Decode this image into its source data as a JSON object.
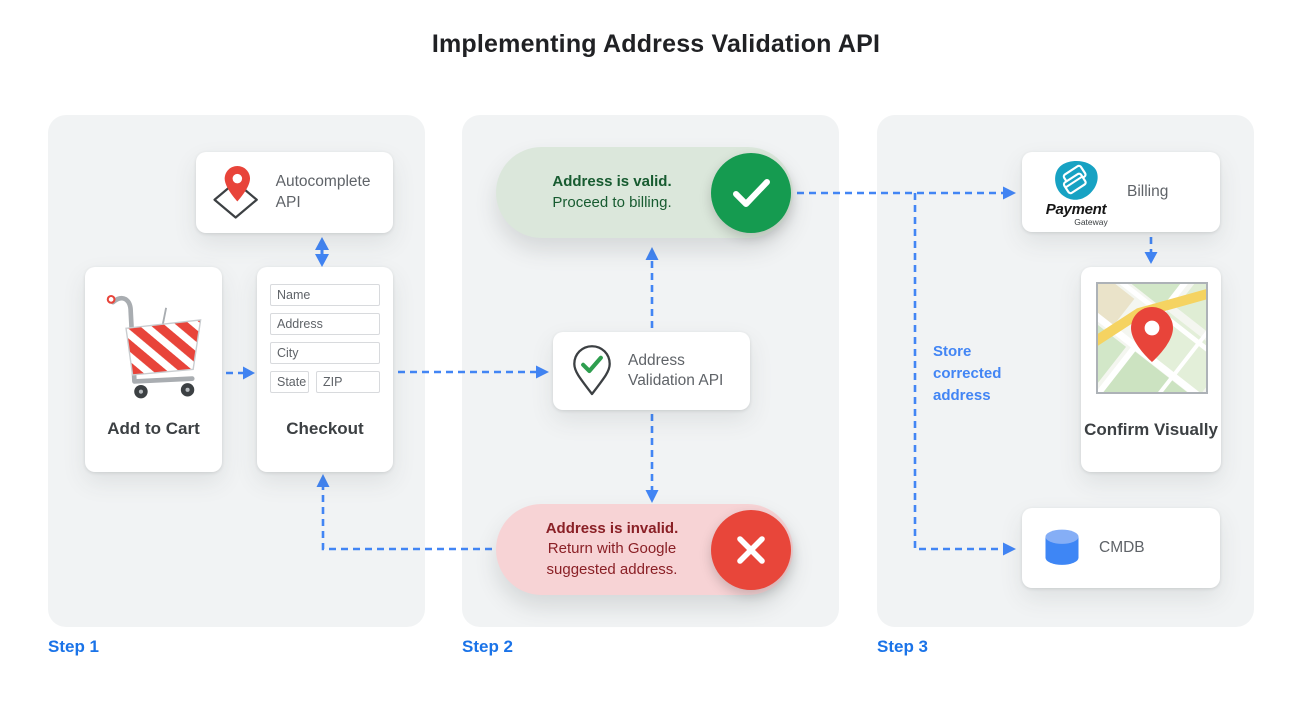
{
  "title": "Implementing Address Validation API",
  "colors": {
    "arrow_blue": "#4285F4",
    "step_label_blue": "#1A73E8",
    "panel_bg": "#F1F3F4",
    "label_gray": "#5F6368",
    "label_dark": "#3C4043",
    "valid_pill_bg": "#DBE7DB",
    "valid_text_green": "#175B30",
    "valid_circle_green": "#159B50",
    "invalid_pill_bg": "#F7D3D5",
    "invalid_text_red": "#8A2026",
    "invalid_circle_red": "#E8463A",
    "cart_red": "#E8443A",
    "pin_red": "#E8443A",
    "gateway_teal": "#17A2C3",
    "cmdb_blue": "#3E86F5"
  },
  "steps": {
    "step1_label": "Step 1",
    "step2_label": "Step 2",
    "step3_label": "Step 3"
  },
  "step1": {
    "autocomplete_card": {
      "label": "Autocomplete API"
    },
    "add_to_cart_card": {
      "label": "Add to Cart"
    },
    "checkout_card": {
      "label": "Checkout",
      "fields": {
        "name": "Name",
        "address": "Address",
        "city": "City",
        "state": "State",
        "zip": "ZIP"
      }
    }
  },
  "step2": {
    "validation_card": {
      "label": "Address Validation API"
    },
    "valid_pill": {
      "headline": "Address is valid.",
      "subtext": "Proceed to billing."
    },
    "invalid_pill": {
      "headline": "Address is invalid.",
      "subtext": "Return with Google suggested address."
    }
  },
  "step3": {
    "billing_card": {
      "label": "Billing",
      "logo_title": "Payment",
      "logo_subtitle": "Gateway"
    },
    "confirm_card": {
      "label": "Confirm Visually"
    },
    "cmdb_card": {
      "label": "CMDB"
    },
    "annotation": "Store corrected address"
  }
}
